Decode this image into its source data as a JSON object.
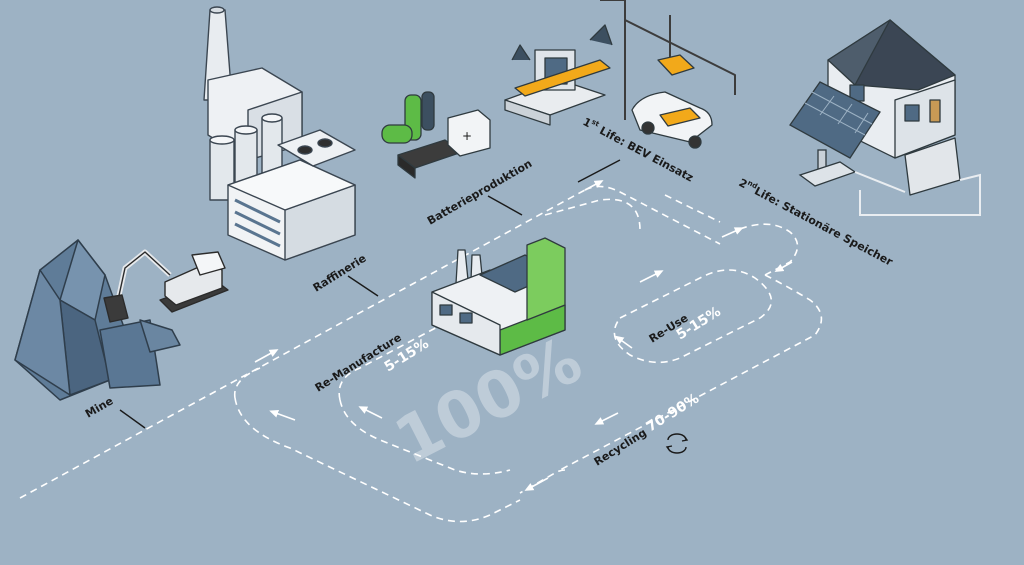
{
  "center": {
    "label": "100%"
  },
  "stages": {
    "mine": "Mine",
    "refinery": "Raffinerie",
    "battery_production": "Batterieproduktion",
    "first_life_num": "1",
    "first_life_sup": "st",
    "first_life_text": " Life: BEV Einsatz",
    "second_life_num": "2",
    "second_life_sup": "nd",
    "second_life_text": "Life: Stationäre Speicher"
  },
  "loops": {
    "remanufacture": {
      "label": "Re-Manufacture",
      "percent": "5-15%"
    },
    "reuse": {
      "label": "Re-Use",
      "percent": "5-15%"
    },
    "recycling": {
      "label": "Recycling",
      "percent": "70-90%"
    }
  },
  "icons": [
    "mine-rock-icon",
    "excavator-icon",
    "refinery-icon",
    "battery-icon",
    "robot-arm-icon",
    "car-icon",
    "house-icon",
    "solar-panel-icon",
    "factory-icon",
    "recycle-icon"
  ]
}
